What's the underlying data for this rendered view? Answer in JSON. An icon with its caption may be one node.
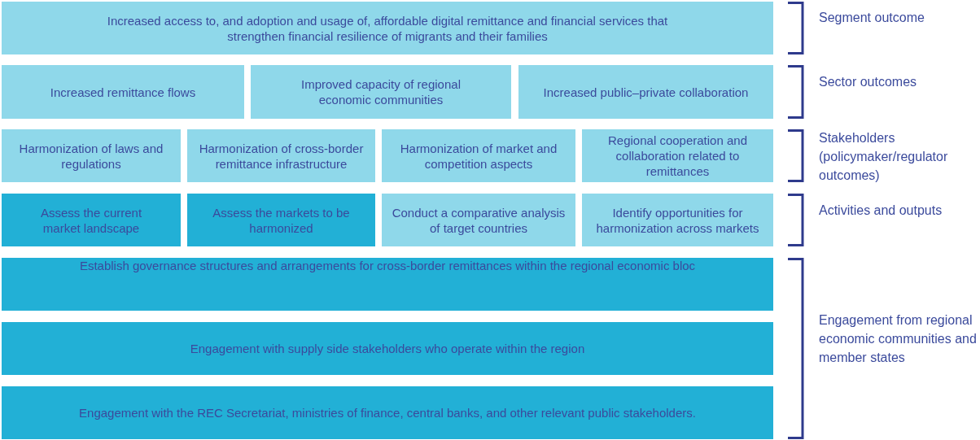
{
  "diagram": {
    "nodes": [
      {
        "text": [
          "Increased access to, and adoption and usage of, affordable digital remittance and financial services that strengthen financial resilience of migrants and their families"
        ]
      },
      {
        "text": [
          "Increased remittance flows"
        ]
      },
      {
        "text": [
          "Improved capacity of regional economic communities"
        ]
      },
      {
        "text": [
          "Increased public–private collaboration"
        ]
      },
      {
        "text": [
          "Harmonization of laws and regulations"
        ]
      },
      {
        "text": [
          "Harmonization of cross-border remittance infrastructure"
        ]
      },
      {
        "text": [
          "Harmonization of market and competition aspects"
        ]
      },
      {
        "text": [
          "Regional cooperation and collaboration related to remittances"
        ]
      },
      {
        "text": [
          "Assess the current market landscape"
        ]
      },
      {
        "text": [
          "Assess the markets to be harmonized"
        ]
      },
      {
        "text": [
          "Conduct a comparative analysis of target countries"
        ]
      },
      {
        "text": [
          "Identify opportunities for harmonization across markets"
        ]
      },
      {
        "text": [
          "Establish governance structures and arrangements for cross-border remittances within the regional economic bloc"
        ]
      },
      {
        "text": [
          "Engagement with supply side stakeholders who operate within the region"
        ]
      },
      {
        "text": [
          "Engagement with the REC Secretariat, ministries of finance, central banks, and other relevant public stakeholders."
        ]
      }
    ],
    "labels": [
      "Segment outcome",
      "Sector outcomes",
      "Stakeholders (policymaker/regulator outcomes)",
      "Activities and outputs",
      "Engagement from regional economic communities and member states"
    ]
  }
}
